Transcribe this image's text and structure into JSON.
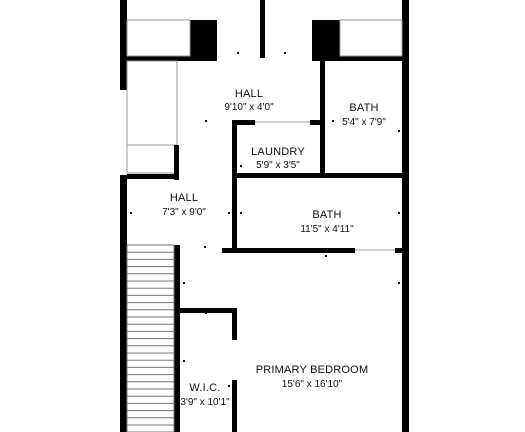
{
  "rooms": [
    {
      "id": "hall-upper",
      "name": "HALL",
      "dims": "9'10\" x 4'0\""
    },
    {
      "id": "bath-right",
      "name": "BATH",
      "dims": "5'4\" x 7'9\""
    },
    {
      "id": "laundry",
      "name": "LAUNDRY",
      "dims": "5'9\" x 3'5\""
    },
    {
      "id": "hall-left",
      "name": "HALL",
      "dims": "7'3\" x 9'0\""
    },
    {
      "id": "bath-center",
      "name": "BATH",
      "dims": "11'5\" x 4'11\""
    },
    {
      "id": "primary-bedroom",
      "name": "PRIMARY BEDROOM",
      "dims": "15'6\" x 16'10\""
    },
    {
      "id": "wic",
      "name": "W.I.C.",
      "dims": "3'9\" x 10'1\""
    }
  ],
  "colors": {
    "wall": "#000000",
    "background": "#ffffff"
  }
}
